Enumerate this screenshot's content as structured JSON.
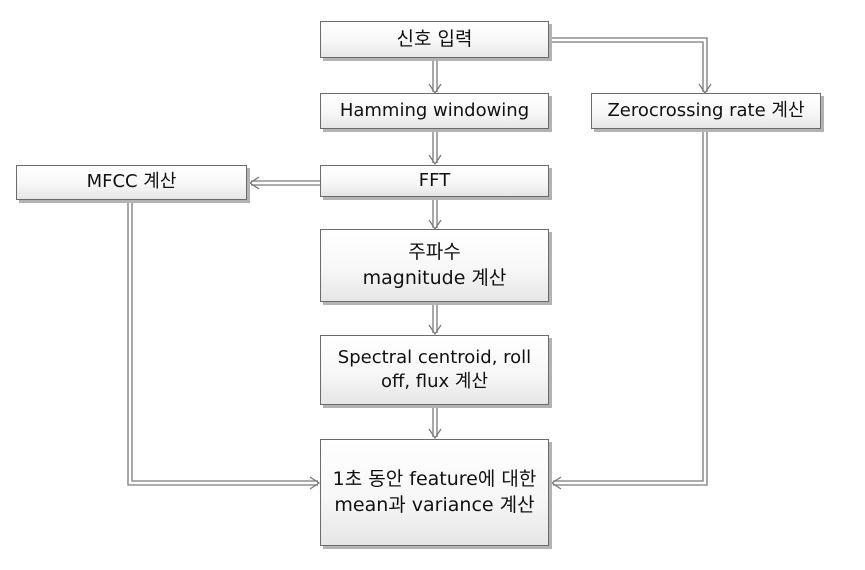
{
  "nodes": {
    "input": "신호 입력",
    "hamming": "Hamming windowing",
    "zcr": "Zerocrossing rate 계산",
    "mfcc": "MFCC 계산",
    "fft": "FFT",
    "magnitude": "주파수 magnitude 계산",
    "spectral": "Spectral centroid, roll off, flux 계산",
    "stats": "1초 동안 feature에 대한 mean과 variance 계산"
  },
  "edges": [
    {
      "from": "input",
      "to": "hamming"
    },
    {
      "from": "input",
      "to": "zcr"
    },
    {
      "from": "hamming",
      "to": "fft"
    },
    {
      "from": "fft",
      "to": "mfcc"
    },
    {
      "from": "fft",
      "to": "magnitude"
    },
    {
      "from": "magnitude",
      "to": "spectral"
    },
    {
      "from": "spectral",
      "to": "stats"
    },
    {
      "from": "mfcc",
      "to": "stats"
    },
    {
      "from": "zcr",
      "to": "stats"
    }
  ],
  "colors": {
    "border": "#6b6b6b",
    "line": "#7a7a7a",
    "shadow": "#b3b3b3"
  }
}
